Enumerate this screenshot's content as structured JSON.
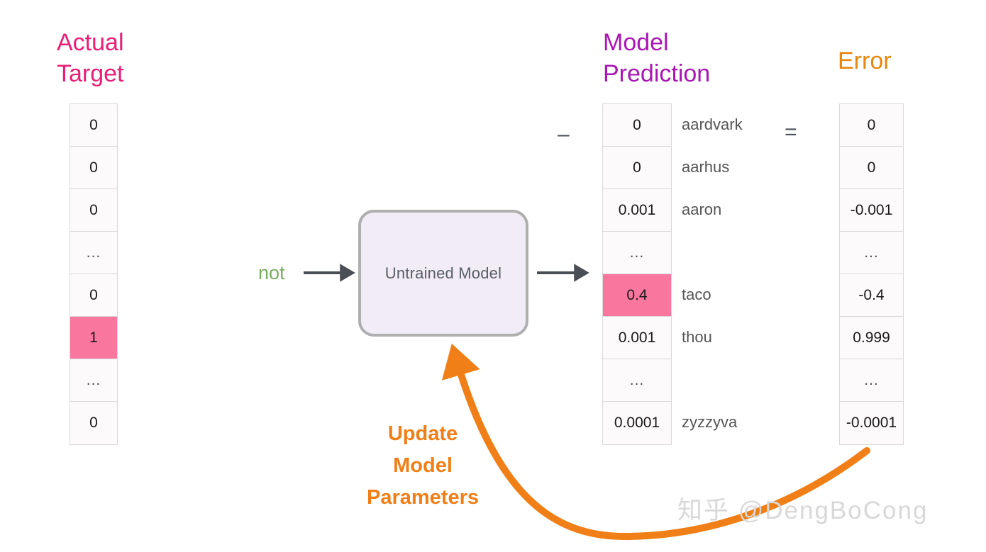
{
  "headings": {
    "actual_target": "Actual\nTarget",
    "model_prediction": "Model\nPrediction",
    "error": "Error"
  },
  "colors": {
    "actual_target_title": "#E91E76",
    "model_prediction_title": "#AA16B4",
    "error_title": "#E8860E",
    "highlight_pink": "#F9769E",
    "model_box_fill": "#F1ECF6",
    "model_box_border": "#AFAFAF",
    "input_word_green": "#77B05E",
    "update_orange": "#F07F17",
    "arrow_gray": "#4a4f55",
    "watermark_gray": "#D8D8D8"
  },
  "actual_target_vector": [
    {
      "value": "0",
      "highlighted": false
    },
    {
      "value": "0",
      "highlighted": false
    },
    {
      "value": "0",
      "highlighted": false
    },
    {
      "value": "...",
      "highlighted": false
    },
    {
      "value": "0",
      "highlighted": false
    },
    {
      "value": "1",
      "highlighted": true
    },
    {
      "value": "...",
      "highlighted": false
    },
    {
      "value": "0",
      "highlighted": false
    }
  ],
  "model_prediction_vector": [
    {
      "value": "0",
      "word": "aardvark",
      "highlighted": false
    },
    {
      "value": "0",
      "word": "aarhus",
      "highlighted": false
    },
    {
      "value": "0.001",
      "word": "aaron",
      "highlighted": false
    },
    {
      "value": "...",
      "word": "",
      "highlighted": false
    },
    {
      "value": "0.4",
      "word": "taco",
      "highlighted": true
    },
    {
      "value": "0.001",
      "word": "thou",
      "highlighted": false
    },
    {
      "value": "...",
      "word": "",
      "highlighted": false
    },
    {
      "value": "0.0001",
      "word": "zyzzyva",
      "highlighted": false
    }
  ],
  "error_vector": [
    {
      "value": "0",
      "highlighted": false
    },
    {
      "value": "0",
      "highlighted": false
    },
    {
      "value": "-0.001",
      "highlighted": false
    },
    {
      "value": "...",
      "highlighted": false
    },
    {
      "value": "-0.4",
      "highlighted": false
    },
    {
      "value": "0.999",
      "highlighted": false
    },
    {
      "value": "...",
      "highlighted": false
    },
    {
      "value": "-0.0001",
      "highlighted": false
    }
  ],
  "operators": {
    "minus": "–",
    "equals": "="
  },
  "model": {
    "label": "Untrained Model",
    "input_word": "not"
  },
  "update_caption": "Update\nModel\nParameters",
  "watermark": "知乎 @DengBoCong"
}
